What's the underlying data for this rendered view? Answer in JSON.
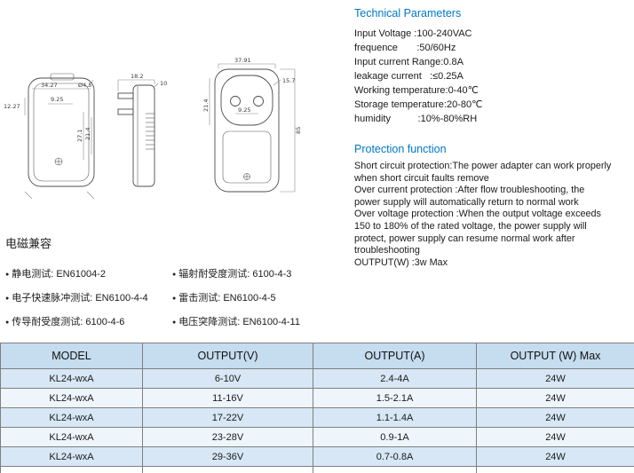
{
  "page": {
    "accent_blue": "#0077c8",
    "table_header_bg": "#c6dcef"
  },
  "technical_parameters": {
    "title": "Technical Parameters",
    "lines": [
      "Input Voltage :100-240VAC",
      "frequence       :50/60Hz",
      "Input current Range:0.8A",
      "leakage current   :≤0.25A",
      "Working temperature:0-40℃",
      "Storage temperature:20-80℃",
      "humidity          :10%-80%RH"
    ]
  },
  "protection_function": {
    "title": "Protection function",
    "lines": [
      "Short circuit protection:The power adapter can work properly",
      "when short circuit faults remove",
      "Over current protection :After flow troubleshooting, the",
      "power supply will automatically return to normal work",
      "Over voltage protection :When the output voltage exceeds",
      "150 to 180% of the rated voltage, the power supply will",
      "protect, power supply can resume normal work after",
      "troubleshooting",
      "OUTPUT(W) :3w Max"
    ]
  },
  "emc": {
    "title": "电磁兼容",
    "items_left": [
      "静电测试: EN61004-2",
      "电子快速脉冲测试: EN6100-4-4",
      "传导耐受度测试:  6100-4-6"
    ],
    "items_right": [
      "辐射耐受度测试:  6100-4-3",
      "雷击测试: EN6100-4-5",
      "电压突降测试: EN6100-4-11"
    ]
  },
  "drawing_dims": {
    "front_width": "34.27",
    "front_hole": "Ø4.5",
    "front_pitch": "9.25",
    "front_left": "12.27",
    "front_v1": "27.1",
    "front_v2": "21.4",
    "side_depth": "18.2",
    "side_pin_len": "10",
    "back_width": "37.91",
    "back_pin": "15.7",
    "back_left_v": "21.4",
    "back_pitch": "9.25",
    "back_height": "85"
  },
  "spec_table": {
    "headers": [
      "MODEL",
      "OUTPUT(V)",
      "OUTPUT(A)",
      "OUTPUT (W)  Max"
    ],
    "rows": [
      {
        "model": "KL24-wxA",
        "output_v": "6-10V",
        "output_a": "2.4-4A",
        "output_w": "24W"
      },
      {
        "model": "KL24-wxA",
        "output_v": "11-16V",
        "output_a": "1.5-2.1A",
        "output_w": "24W"
      },
      {
        "model": "KL24-wxA",
        "output_v": "17-22V",
        "output_a": "1.1-1.4A",
        "output_w": "24W"
      },
      {
        "model": "KL24-wxA",
        "output_v": "23-28V",
        "output_a": "0.9-1A",
        "output_w": "24W"
      },
      {
        "model": "KL24-wxA",
        "output_v": "29-36V",
        "output_a": "0.7-0.8A",
        "output_w": "24W"
      }
    ]
  }
}
